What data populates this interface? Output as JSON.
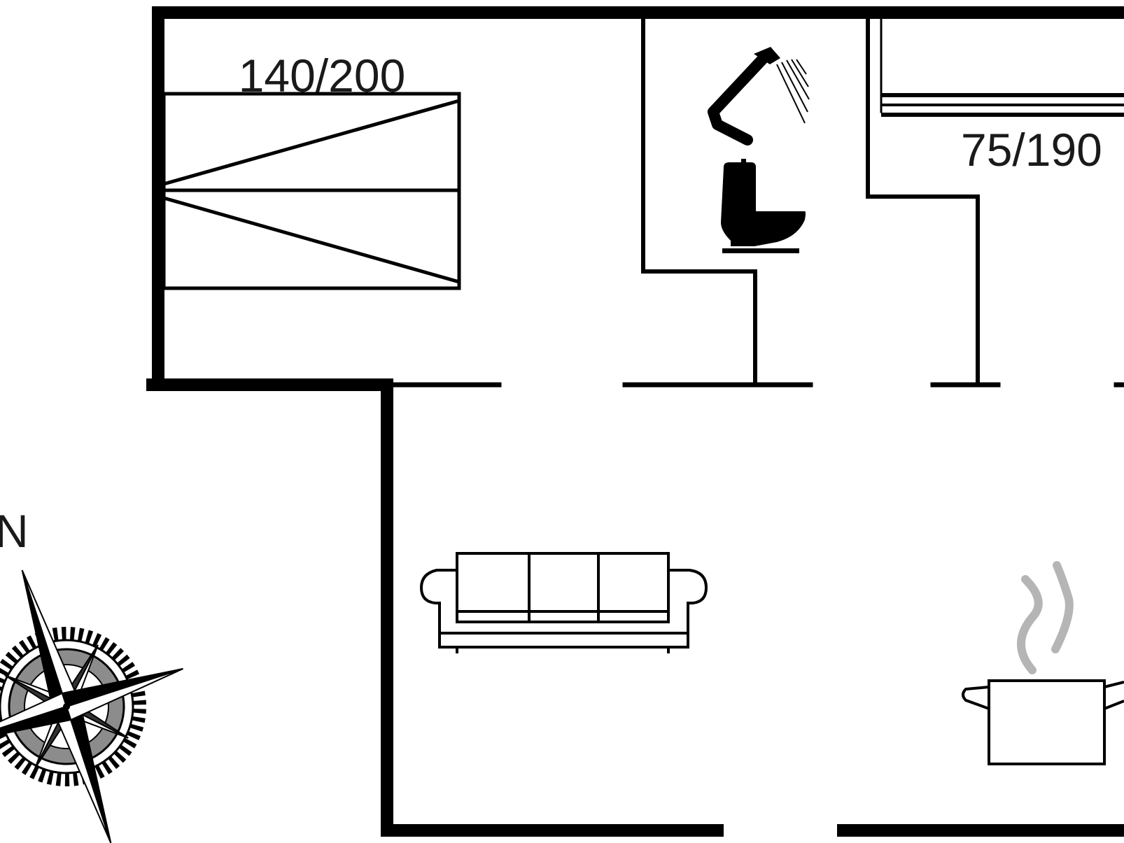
{
  "floorplan": {
    "bedroom": {
      "bed_label": "140/200"
    },
    "second_bedroom": {
      "bed_label": "75/190"
    },
    "compass": {
      "north_label": "N",
      "icon": "compass-rose-icon"
    },
    "icons": [
      "shower-icon",
      "toilet-icon",
      "sofa-icon",
      "cooking-pot-icon"
    ],
    "colors": {
      "line": "#000000",
      "steam": "#b5b5b5",
      "background": "#ffffff"
    }
  }
}
